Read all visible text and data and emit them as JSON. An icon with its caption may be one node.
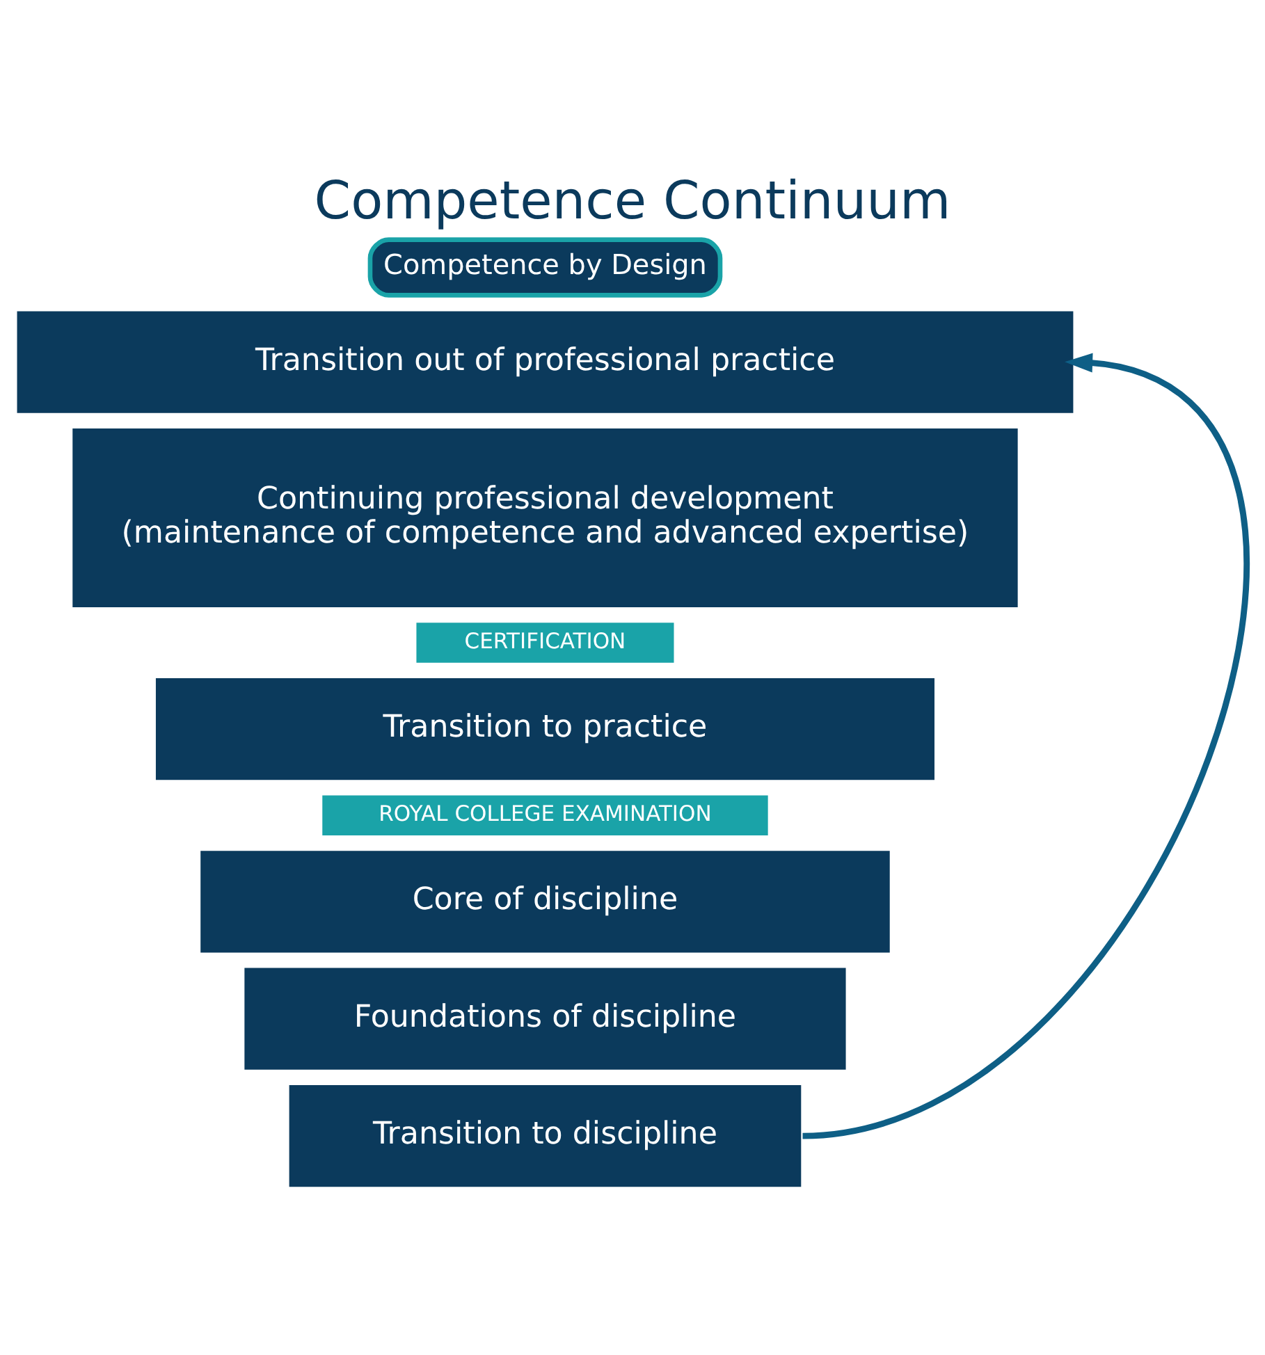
{
  "diagram": {
    "title": "Competence Continuum",
    "nodes": [
      {
        "text": [
          "Competence by Design"
        ]
      },
      {
        "text": [
          "Transition out of professional practice"
        ]
      },
      {
        "text": [
          "Continuing professional development",
          "(maintenance of competence and advanced expertise)"
        ]
      },
      {
        "text": [
          "CERTIFICATION"
        ]
      },
      {
        "text": [
          "Transition to practice"
        ]
      },
      {
        "text": [
          "ROYAL COLLEGE EXAMINATION"
        ]
      },
      {
        "text": [
          "Core of discipline"
        ]
      },
      {
        "text": [
          "Foundations of discipline"
        ]
      },
      {
        "text": [
          "Transition to discipline"
        ]
      }
    ],
    "edges": [
      {
        "from": 8,
        "to": 1,
        "arrow": "to"
      }
    ]
  }
}
